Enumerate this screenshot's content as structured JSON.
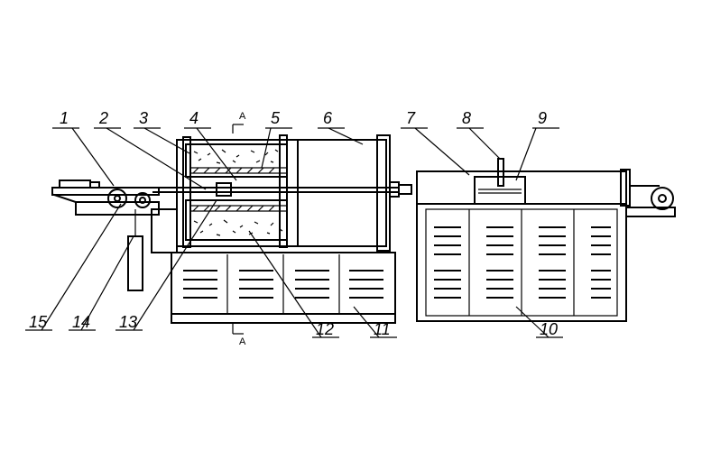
{
  "diagram": {
    "callouts": [
      "1",
      "2",
      "3",
      "4",
      "5",
      "6",
      "7",
      "8",
      "9",
      "10",
      "11",
      "12",
      "13",
      "14",
      "15"
    ],
    "section_mark_top": "A",
    "section_mark_bottom": "A"
  },
  "colors": {
    "ink": "#000000",
    "paper": "#ffffff"
  },
  "icons": [
    "pulley-wheel-icon",
    "counterweight-icon",
    "vent-louver-icon"
  ]
}
